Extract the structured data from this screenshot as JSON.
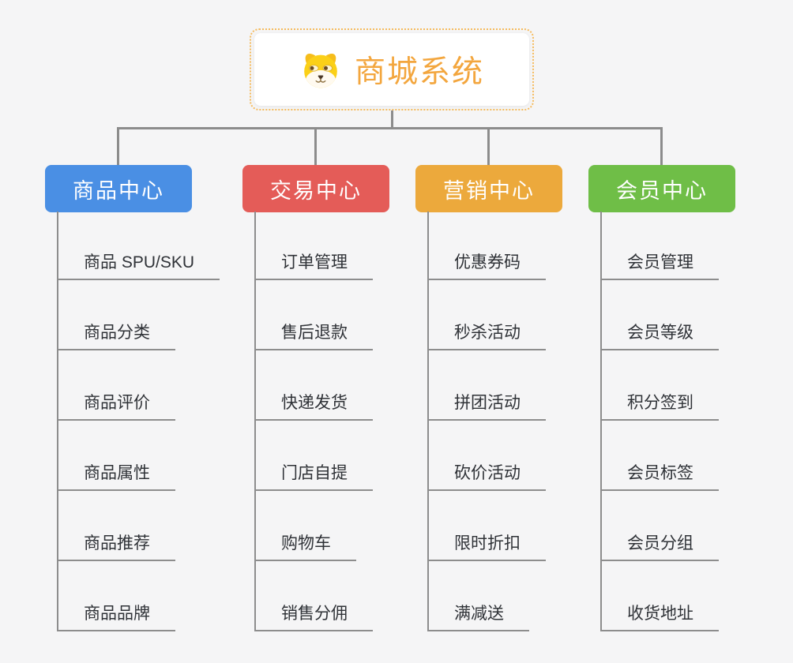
{
  "page": {
    "background": "#f5f5f6"
  },
  "root": {
    "title": "商城系统",
    "icon": "dog-icon",
    "text_color": "#f3a63e",
    "border_color": "#f5bb5e"
  },
  "connector_color": "#8c8c8c",
  "branches": [
    {
      "label": "商品中心",
      "color": "#4a8fe4",
      "items": [
        "商品 SPU/SKU",
        "商品分类",
        "商品评价",
        "商品属性",
        "商品推荐",
        "商品品牌"
      ]
    },
    {
      "label": "交易中心",
      "color": "#e45c58",
      "items": [
        "订单管理",
        "售后退款",
        "快递发货",
        "门店自提",
        "购物车",
        "销售分佣"
      ]
    },
    {
      "label": "营销中心",
      "color": "#eca93c",
      "items": [
        "优惠券码",
        "秒杀活动",
        "拼团活动",
        "砍价活动",
        "限时折扣",
        "满减送"
      ]
    },
    {
      "label": "会员中心",
      "color": "#6fbe47",
      "items": [
        "会员管理",
        "会员等级",
        "积分签到",
        "会员标签",
        "会员分组",
        "收货地址"
      ]
    }
  ]
}
